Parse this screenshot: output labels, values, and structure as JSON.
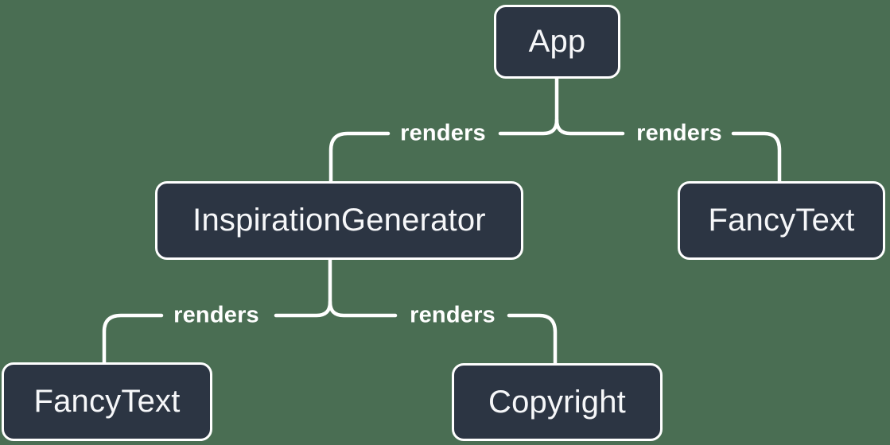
{
  "colors": {
    "background": "#4A6E53",
    "node_fill": "#2C3543",
    "node_border": "#FFFFFF",
    "node_text": "#F6F7F9",
    "edge_line": "#FFFFFF",
    "edge_label_text": "#FFFFFF"
  },
  "nodes": [
    {
      "id": "app",
      "label": "App"
    },
    {
      "id": "inspiration-generator",
      "label": "InspirationGenerator"
    },
    {
      "id": "fancy-text-top",
      "label": "FancyText"
    },
    {
      "id": "fancy-text-bottom",
      "label": "FancyText"
    },
    {
      "id": "copyright",
      "label": "Copyright"
    }
  ],
  "edges": [
    {
      "from": "App",
      "to": "InspirationGenerator",
      "label": "renders"
    },
    {
      "from": "App",
      "to": "FancyText",
      "label": "renders"
    },
    {
      "from": "InspirationGenerator",
      "to": "FancyText",
      "label": "renders"
    },
    {
      "from": "InspirationGenerator",
      "to": "Copyright",
      "label": "renders"
    }
  ]
}
